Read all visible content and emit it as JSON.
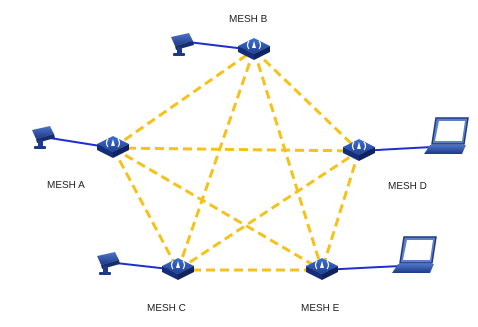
{
  "diagram": {
    "nodes": [
      {
        "id": "B",
        "label": "MESH B",
        "client": "camera"
      },
      {
        "id": "A",
        "label": "MESH A",
        "client": "camera"
      },
      {
        "id": "D",
        "label": "MESH D",
        "client": "laptop"
      },
      {
        "id": "C",
        "label": "MESH C",
        "client": "camera"
      },
      {
        "id": "E",
        "label": "MESH E",
        "client": "laptop"
      }
    ],
    "mesh_links": [
      [
        "A",
        "B"
      ],
      [
        "A",
        "C"
      ],
      [
        "A",
        "D"
      ],
      [
        "A",
        "E"
      ],
      [
        "B",
        "C"
      ],
      [
        "B",
        "D"
      ],
      [
        "B",
        "E"
      ],
      [
        "C",
        "D"
      ],
      [
        "C",
        "E"
      ],
      [
        "D",
        "E"
      ]
    ],
    "colors": {
      "mesh_link": "#f5c21b",
      "client_link": "#1f2fcf",
      "device_top": "#2a54b8",
      "device_side": "#142f77"
    }
  }
}
